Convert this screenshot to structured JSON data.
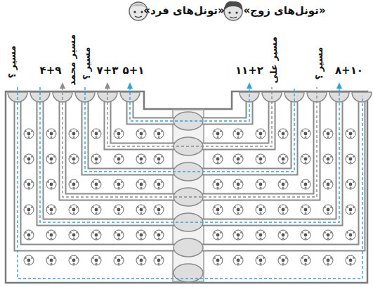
{
  "diagram": {
    "labels": [
      "«تونل‌های فرد»",
      "«تونل‌های زوج»",
      "مسیر ؟",
      "۴+۹",
      "مسیر محمد",
      "مسیر ؟",
      "۷+۳",
      "۵+۱",
      "۱۱+۲",
      "مسیر علی",
      "مسیر ؟",
      "۸+۱۰"
    ]
  }
}
